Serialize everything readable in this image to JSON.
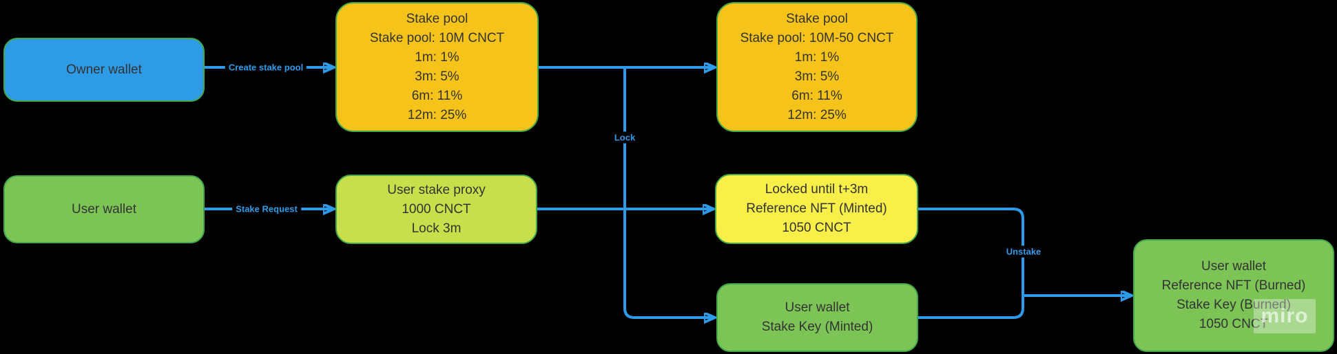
{
  "app": {
    "watermark": "miro"
  },
  "colors": {
    "background": "#000000",
    "node_blue": "#2E9BE6",
    "node_green": "#7CC455",
    "node_gold": "#F5C319",
    "node_lime": "#C6DF4B",
    "node_yellow": "#F8EF49",
    "node_border": "#43A84C",
    "arrow": "#2E9BEA",
    "node_text": "#333333"
  },
  "nodes": {
    "owner_wallet": {
      "lines": [
        "Owner wallet"
      ]
    },
    "stake_pool_initial": {
      "lines": [
        "Stake pool",
        "Stake pool: 10M CNCT",
        "1m: 1%",
        "3m: 5%",
        "6m: 11%",
        "12m: 25%"
      ]
    },
    "stake_pool_updated": {
      "lines": [
        "Stake pool",
        "Stake pool: 10M-50 CNCT",
        "1m: 1%",
        "3m: 5%",
        "6m: 11%",
        "12m: 25%"
      ]
    },
    "user_wallet": {
      "lines": [
        "User wallet"
      ]
    },
    "user_stake_proxy": {
      "lines": [
        "User stake proxy",
        "1000 CNCT",
        "Lock 3m"
      ]
    },
    "locked_stake": {
      "lines": [
        "Locked until t+3m",
        "Reference NFT (Minted)",
        "1050 CNCT"
      ]
    },
    "user_wallet_stake_key": {
      "lines": [
        "User wallet",
        "Stake Key (Minted)"
      ]
    },
    "user_wallet_unstaked": {
      "lines": [
        "User wallet",
        "Reference NFT (Burned)",
        "Stake Key (Burned)",
        "1050 CNCT"
      ]
    }
  },
  "edges": {
    "create_stake_pool": {
      "label": "Create stake pool"
    },
    "stake_request": {
      "label": "Stake Request"
    },
    "lock": {
      "label": "Lock"
    },
    "unstake": {
      "label": "Unstake"
    }
  }
}
